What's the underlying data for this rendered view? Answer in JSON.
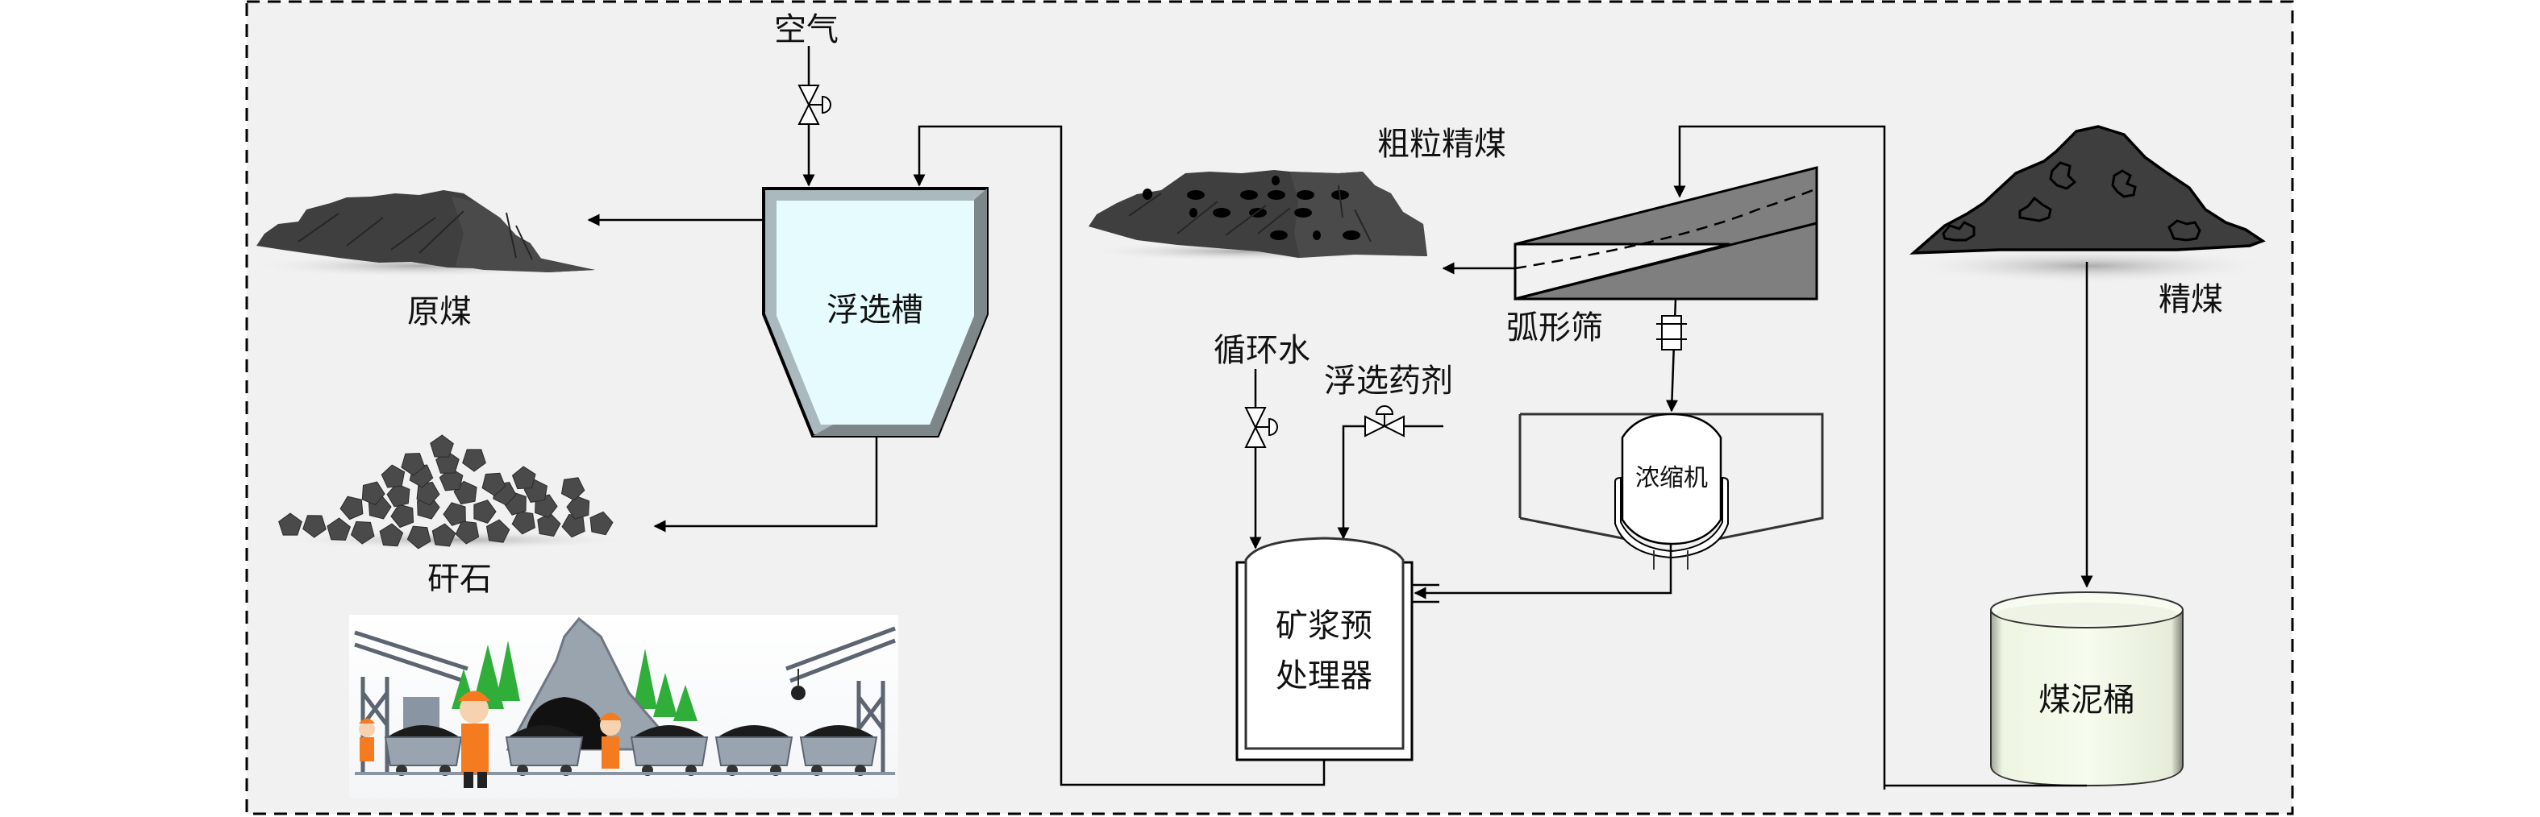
{
  "diagram": {
    "title": "Coal flotation process flow",
    "colors": {
      "panel_background": "#f1f1f1",
      "flotation_cell_fill": "#e6fbfd",
      "flotation_cell_bevel": "#a9b9bd",
      "sieve_fill": "#7f7f7f",
      "coal_dark": "#3e3e3e",
      "slurry_tank_fill": "#f4faea",
      "line": "#000000"
    },
    "inputs": {
      "air": "空气",
      "circulating_water": "循环水",
      "flotation_reagent": "浮选药剂"
    },
    "equipment": {
      "flotation_cell": "浮选槽",
      "arc_sieve": "弧形筛",
      "thickener": "浓缩机",
      "pulp_pretreatment_line1": "矿浆预",
      "pulp_pretreatment_line2": "处理器",
      "slime_bucket": "煤泥桶"
    },
    "products": {
      "raw_coal": "原煤",
      "gangue": "矸石",
      "coarse_clean_coal": "粗粒精煤",
      "clean_coal": "精煤"
    },
    "illustration": "coal-mine-cartoon"
  }
}
